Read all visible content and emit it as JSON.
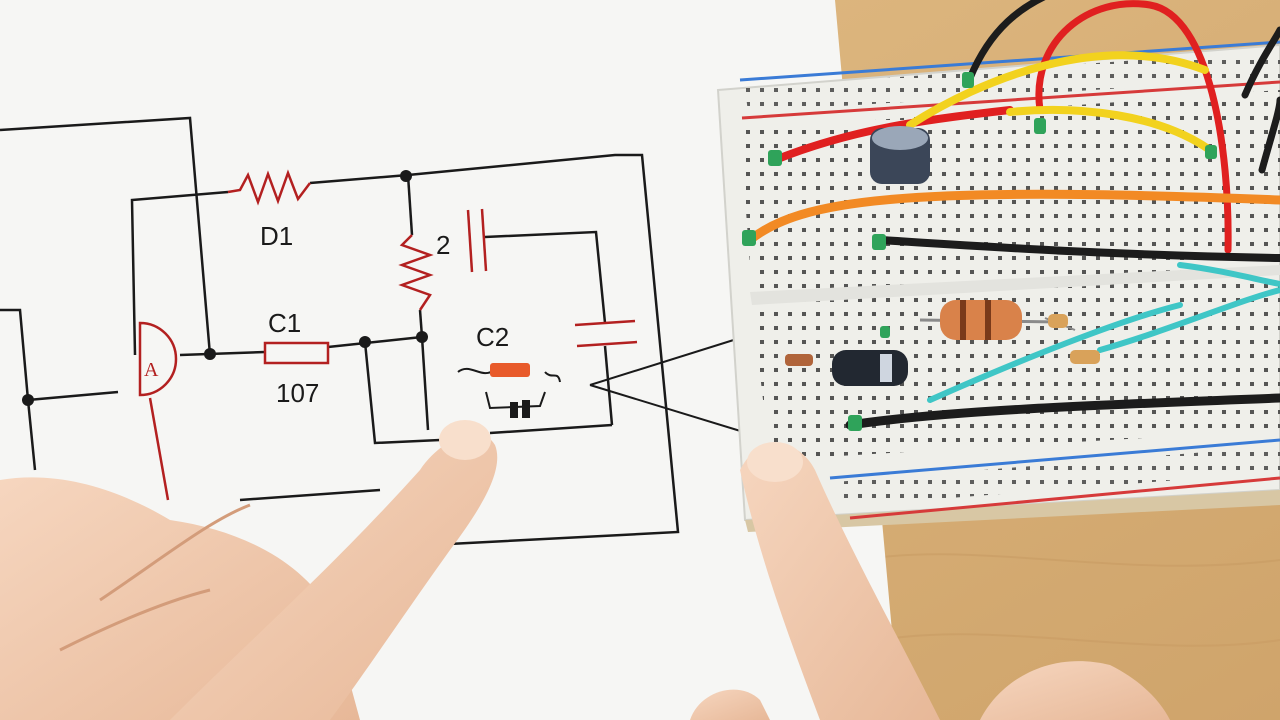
{
  "photo": {
    "schematic": {
      "labels": {
        "d1": "D1",
        "c1": "C1",
        "c2": "C2",
        "value": "107",
        "two": "2",
        "ammeter": "A"
      }
    }
  },
  "colors": {
    "paper": "#f6f6f4",
    "ink": "#1a1a1a",
    "schematic_red": "#b32020",
    "table_wood": "#d9b27a",
    "breadboard": "#efefea",
    "rail_red": "#d63a3a",
    "rail_blue": "#3a7bd6",
    "wire_red": "#e02020",
    "wire_yellow": "#f2d21e",
    "wire_orange": "#f28a24",
    "wire_black": "#1c1c1c",
    "wire_cyan": "#3fc6c6",
    "skin": "#f1c9ad"
  }
}
